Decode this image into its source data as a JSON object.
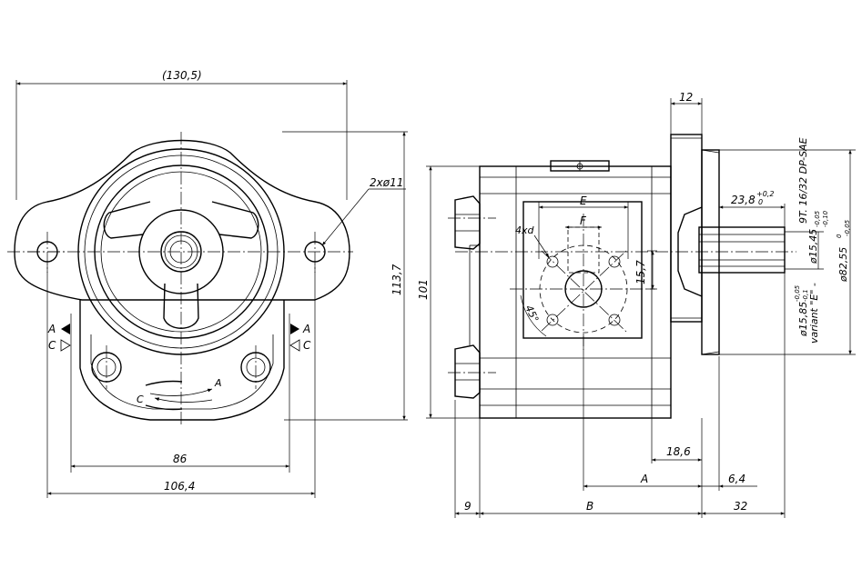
{
  "front_view": {
    "overall_width": "(130,5)",
    "holes": "2xø11",
    "height": "113,7",
    "bolt_spacing": "86",
    "flange_width": "106,4",
    "port_left_a": "A",
    "port_left_c": "C",
    "port_right_a": "A",
    "port_right_c": "C",
    "rotation_a": "A",
    "rotation_c": "C"
  },
  "side_view": {
    "flange_thickness": "12",
    "shaft_type": "9T. 16/32 DP-SAE",
    "spline_length": "23,8",
    "spline_length_tol_upper": "+0,2",
    "spline_length_tol_lower": "0",
    "shaft_variant_dia": "ø15,45",
    "shaft_variant_tol_upper": "-0,05",
    "shaft_variant_tol_lower": "-0,10",
    "pilot_dia": "ø82,55",
    "pilot_tol_upper": "0",
    "pilot_tol_lower": "-0,05",
    "shaft_dia": "ø15,85",
    "shaft_tol_upper": "-0,05",
    "shaft_tol_lower": "-0,1",
    "variant_label": "variant \"E\" -",
    "port_pattern_e": "E",
    "port_pattern_f": "F",
    "port_holes": "4xd",
    "port_offset": "15,7",
    "port_angle": "45°",
    "body_height": "101",
    "dim_18_6": "18,6",
    "dim_a": "A",
    "dim_6_4": "6,4",
    "dim_9": "9",
    "dim_b": "B",
    "dim_32": "32"
  }
}
